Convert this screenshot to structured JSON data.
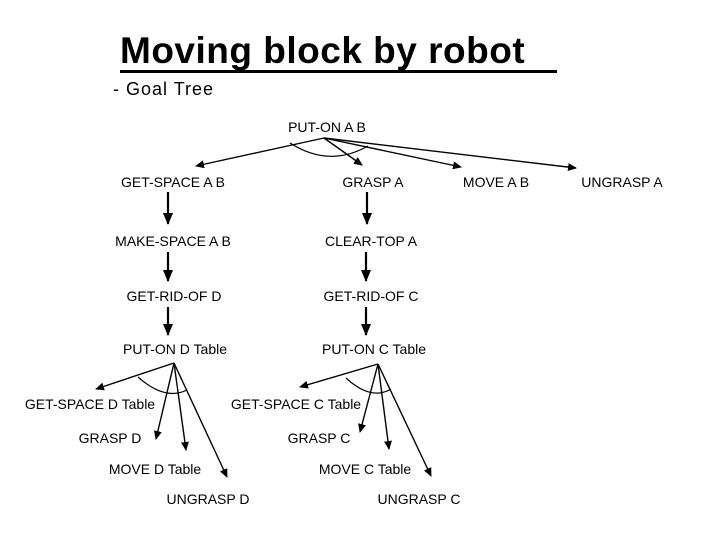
{
  "slide": {
    "title": "Moving block by robot",
    "subtitle": "- Goal Tree",
    "background_color": "#ffffff",
    "text_color": "#000000"
  },
  "tree": {
    "nodes": {
      "put_on_a_b": "PUT-ON A B",
      "get_space_a_b": "GET-SPACE A B",
      "grasp_a": "GRASP A",
      "move_a_b": "MOVE A B",
      "ungrasp_a": "UNGRASP A",
      "make_space_a_b": "MAKE-SPACE A B",
      "clear_top_a": "CLEAR-TOP A",
      "get_rid_of_d": "GET-RID-OF D",
      "get_rid_of_c": "GET-RID-OF C",
      "put_on_d_table": "PUT-ON D Table",
      "put_on_c_table": "PUT-ON C Table",
      "get_space_d_table": "GET-SPACE D Table",
      "grasp_d": "GRASP D",
      "move_d_table": "MOVE D Table",
      "ungrasp_d": "UNGRASP D",
      "get_space_c_table": "GET-SPACE C Table",
      "grasp_c": "GRASP C",
      "move_c_table": "MOVE C Table",
      "ungrasp_c": "UNGRASP C"
    },
    "relations": [
      "PUT-ON A B -> GET-SPACE A B",
      "PUT-ON A B -> GRASP A",
      "PUT-ON A B -> MOVE A B",
      "PUT-ON A B -> UNGRASP A",
      "GET-SPACE A B -> MAKE-SPACE A B",
      "MAKE-SPACE A B -> GET-RID-OF D",
      "GET-RID-OF D -> PUT-ON D Table",
      "GRASP A -> CLEAR-TOP A",
      "CLEAR-TOP A -> GET-RID-OF C",
      "GET-RID-OF C -> PUT-ON C Table",
      "PUT-ON D Table -> GET-SPACE D Table",
      "PUT-ON D Table -> GRASP D",
      "PUT-ON D Table -> MOVE D Table",
      "PUT-ON D Table -> UNGRASP D",
      "PUT-ON C Table -> GET-SPACE C Table",
      "PUT-ON C Table -> GRASP C",
      "PUT-ON C Table -> MOVE C Table",
      "PUT-ON C Table -> UNGRASP C"
    ]
  }
}
